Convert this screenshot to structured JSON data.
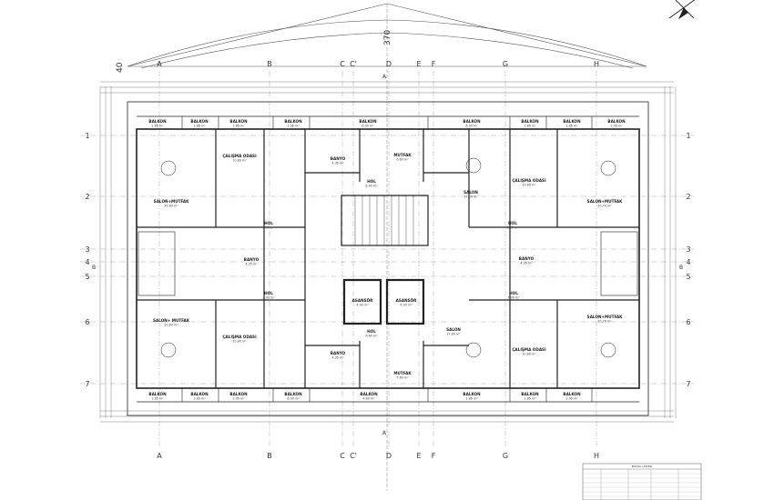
{
  "north_symbol": "north-arrow-icon",
  "top_dimension": "370",
  "side_dimension": "40",
  "grid_columns": [
    "A",
    "B",
    "C",
    "C'",
    "D",
    "E",
    "F",
    "G",
    "H"
  ],
  "grid_rows": [
    "1",
    "2",
    "3",
    "4",
    "5",
    "6",
    "7"
  ],
  "section_markers": {
    "top": "A",
    "bottom": "A",
    "left": "B",
    "right": "B"
  },
  "rooms": [
    {
      "name": "BALKON",
      "area": "1.85 m²"
    },
    {
      "name": "BALKON",
      "area": "1.85 m²"
    },
    {
      "name": "BALKON",
      "area": "1.85 m²"
    },
    {
      "name": "BALKON",
      "area": "2.05 m²"
    },
    {
      "name": "BALKON",
      "area": "6.00 m²"
    },
    {
      "name": "BALKON",
      "area": "6.00 m²"
    },
    {
      "name": "BALKON",
      "area": "1.85 m²"
    },
    {
      "name": "BALKON",
      "area": "1.85 m²"
    },
    {
      "name": "BALKON",
      "area": "2.05 m²"
    },
    {
      "name": "ÇALIŞMA ODASI",
      "area": "10.80 m²"
    },
    {
      "name": "BANYO",
      "area": "4.35 m²"
    },
    {
      "name": "MUTFAK",
      "area": "6.60 m²"
    },
    {
      "name": "ÇALIŞMA ODASI",
      "area": "10.80 m²"
    },
    {
      "name": "SALON+MUTFAK",
      "area": "20.60 m²"
    },
    {
      "name": "HOL",
      "area": "6.40 m²"
    },
    {
      "name": "SALON",
      "area": "17.80 m²"
    },
    {
      "name": "SALON+MUTFAK",
      "area": "20.70 m²"
    },
    {
      "name": "HOL",
      "area": "7.00 m²"
    },
    {
      "name": "HOL",
      "area": "7.00 m²"
    },
    {
      "name": "BANYO",
      "area": "4.35 m²"
    },
    {
      "name": "BANYO",
      "area": "4.35 m²"
    },
    {
      "name": "ASANSÖR",
      "area": "4.00 m²"
    },
    {
      "name": "ASANSÖR",
      "area": "4.00 m²"
    },
    {
      "name": "HOL",
      "area": "7.00 m²"
    },
    {
      "name": "HOL",
      "area": "7.00 m²"
    },
    {
      "name": "SALON+ MUTFAK",
      "area": "20.60 m²"
    },
    {
      "name": "SALON",
      "area": "17.80 m²"
    },
    {
      "name": "SALON+MUTFAK",
      "area": "20.70 m²"
    },
    {
      "name": "ÇALIŞMA ODASI",
      "area": "10.80 m²"
    },
    {
      "name": "HOL",
      "area": "6.60 m²"
    },
    {
      "name": "ÇALIŞMA ODASI",
      "area": "10.80 m²"
    },
    {
      "name": "BANYO",
      "area": "4.35 m²"
    },
    {
      "name": "MUTFAK",
      "area": "7.60 m²"
    },
    {
      "name": "BALKON",
      "area": "1.85 m²"
    },
    {
      "name": "BALKON",
      "area": "1.85 m²"
    },
    {
      "name": "BALKON",
      "area": "2.05 m²"
    },
    {
      "name": "BALKON",
      "area": "6.00 m²"
    },
    {
      "name": "BALKON",
      "area": "4.60 m²"
    },
    {
      "name": "BALKON",
      "area": "1.85 m²"
    },
    {
      "name": "BALKON",
      "area": "1.85 m²"
    },
    {
      "name": "BALKON",
      "area": "2.05 m²"
    }
  ],
  "legend_title": "MAHAL LİSTESİ"
}
